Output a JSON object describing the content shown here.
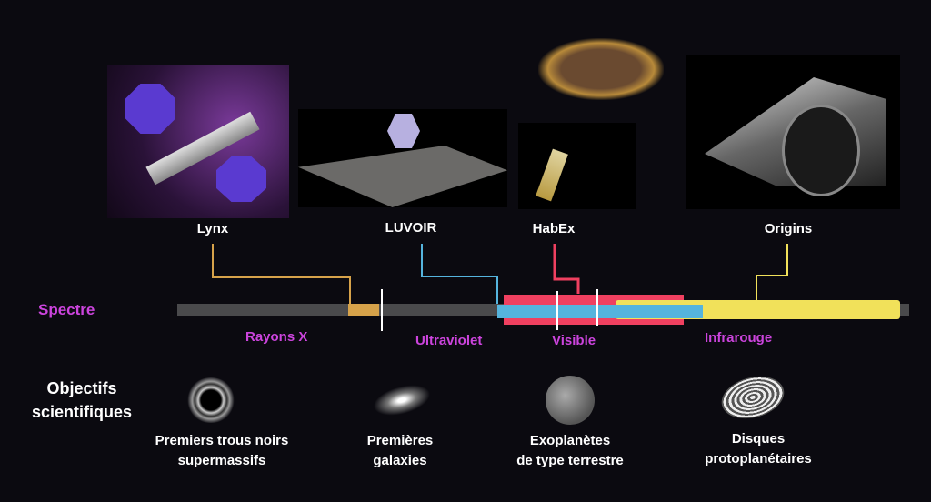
{
  "telescopes": [
    {
      "name": "Lynx",
      "color": "#d6a24a"
    },
    {
      "name": "LUVOIR",
      "color": "#55b4dd"
    },
    {
      "name": "HabEx",
      "color": "#f04060"
    },
    {
      "name": "Origins",
      "color": "#f1e15a"
    }
  ],
  "spectrum": {
    "title": "Spectre",
    "bands": [
      "Rayons X",
      "Ultraviolet",
      "Visible",
      "Infrarouge"
    ]
  },
  "objectives": {
    "title_line1": "Objectifs",
    "title_line2": "scientifiques",
    "items": [
      {
        "line1": "Premiers trous noirs",
        "line2": "supermassifs"
      },
      {
        "line1": "Premières",
        "line2": "galaxies"
      },
      {
        "line1": "Exoplanètes",
        "line2": "de type terrestre"
      },
      {
        "line1": "Disques",
        "line2": "protoplanétaires"
      }
    ]
  }
}
